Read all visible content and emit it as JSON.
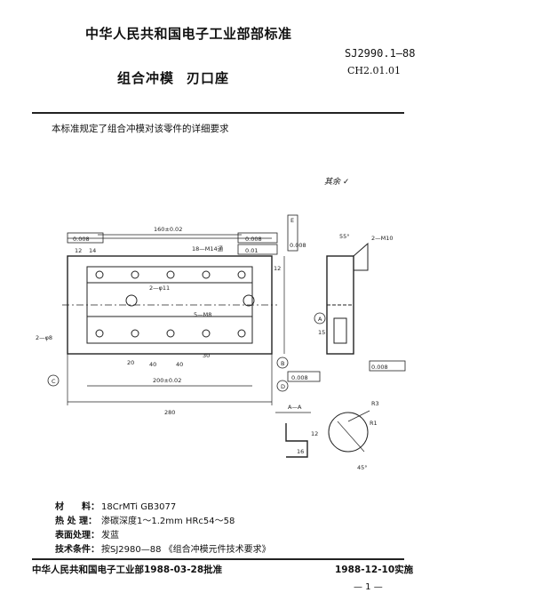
{
  "header": {
    "ministry_standard": "中华人民共和国电子工业部部标准",
    "standard_number": "SJ2990.1—88",
    "title": "组合冲模",
    "subtitle": "刃口座",
    "classification": "CH2.01.01"
  },
  "intro_text": "本标准规定了组合冲模对该零件的详细要求",
  "drawing": {
    "roughness_note": "其余",
    "section_label": "A—A",
    "dims": {
      "overall_length": "280",
      "hole_span": "160±0.02",
      "span_200": "200±0.02",
      "span_40a": "40",
      "span_40b": "40",
      "span_20": "20",
      "span_30": "30",
      "left_12": "12",
      "left_14": "14",
      "thread_m14": "18—M14通",
      "thread_m10": "2—M10",
      "bolt_m8": "5—M8",
      "hole_phi11": "2—φ11",
      "hole_phi8": "2—φ8",
      "depth_12": "12",
      "depth_15": "15",
      "angle_55": "55°",
      "angle_45": "45°",
      "sec_16": "16",
      "sec_12": "12",
      "r3": "R3",
      "r1": "R1"
    },
    "tolerances": {
      "parallel_b": "0.008",
      "parallel_c": "0.01",
      "flat_d": "0.008",
      "perp_e": "0.008",
      "parallel_a": "0.008",
      "perp_c": "0.008"
    },
    "datums": {
      "a": "A",
      "b": "B",
      "c": "C",
      "d": "D",
      "e": "E"
    }
  },
  "specs": [
    {
      "label": "材　　料：",
      "value": "18CrMTi GB3077"
    },
    {
      "label": "热 处 理：",
      "value": "渗碳深度1～1.2mm HRc54～58"
    },
    {
      "label": "表面处理：",
      "value": "发蓝"
    },
    {
      "label": "技术条件：",
      "value": "按SJ2980—88 《组合冲模元件技术要求》"
    }
  ],
  "footer": {
    "approved": "中华人民共和国电子工业部1988-03-28批准",
    "effective": "1988-12-10实施",
    "page": "— 1 —"
  }
}
